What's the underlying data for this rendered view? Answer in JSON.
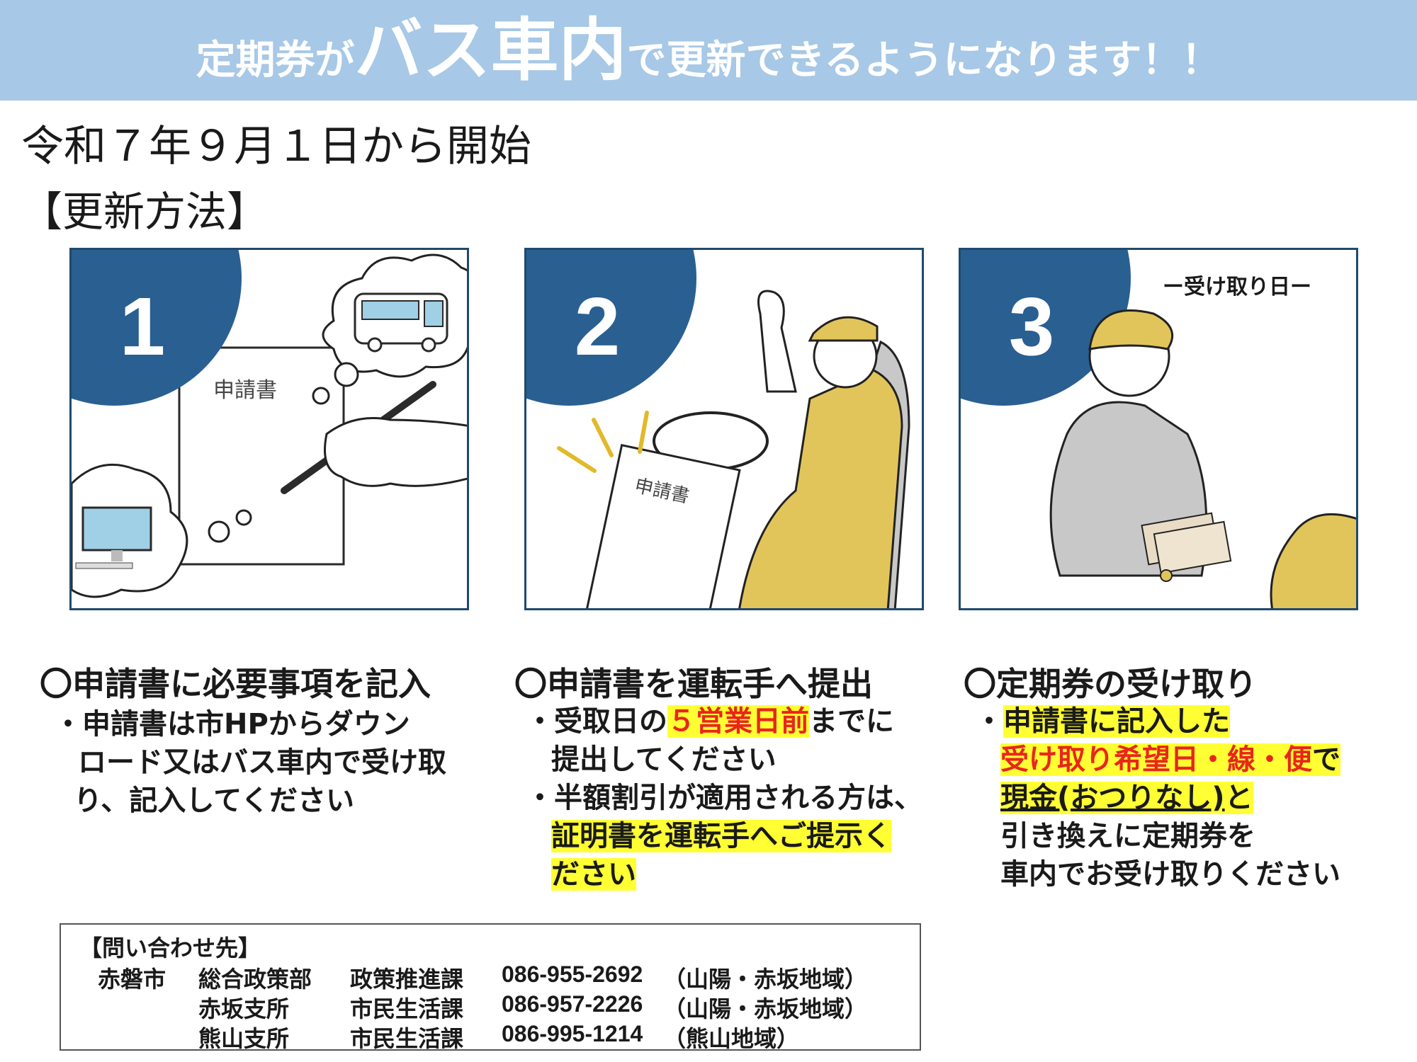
{
  "banner": {
    "title_part1": "定期券が",
    "title_emphasis": "バス車内",
    "title_part2": "で更新できるようになります！！"
  },
  "start_date": "令和７年９月１日から開始",
  "method_heading": "【更新方法】",
  "panels": [
    {
      "number": "1",
      "form_label": "申請書"
    },
    {
      "number": "2",
      "form_label": "申請書"
    },
    {
      "number": "3",
      "caption": "ー受け取り日ー"
    }
  ],
  "steps": [
    {
      "title": "〇申請書に必要事項を記入",
      "lines": [
        "・申請書は市HPからダウン",
        "ロード又はバス車内で受け取",
        "り、記入してください"
      ]
    },
    {
      "title": "〇申請書を運転手へ提出",
      "line1_prefix": "・受取日の",
      "line1_red": "５営業日前",
      "line1_suffix": "までに",
      "line2": "提出してください",
      "line3": "・半額割引が適用される方は、",
      "line4": "証明書を運転手へご提示く",
      "line5": "ださい"
    },
    {
      "title": "〇定期券の受け取り",
      "line1_prefix": "・",
      "line1": "申請書に記入した",
      "line2": "受け取り希望日・線・便",
      "line2_suffix": "で",
      "line3_underline": "現金(おつりなし)",
      "line3_suffix": "と",
      "line4": "引き換えに定期券を",
      "line5": "車内でお受け取りください"
    }
  ],
  "contact": {
    "heading": "【問い合わせ先】",
    "rows": [
      {
        "city": "赤磐市",
        "office": "総合政策部",
        "dept": "政策推進課",
        "phone": "086-955-2692",
        "area": "（山陽・赤坂地域）"
      },
      {
        "city": "",
        "office": "赤坂支所",
        "dept": "市民生活課",
        "phone": "086-957-2226",
        "area": "（山陽・赤坂地域）"
      },
      {
        "city": "",
        "office": "熊山支所",
        "dept": "市民生活課",
        "phone": "086-995-1214",
        "area": "（熊山地域）"
      }
    ]
  },
  "colors": {
    "banner": "#a7c8e6",
    "panel_border": "#1f4a6e",
    "number_badge": "#2a5f92",
    "highlight": "#ffff33",
    "red_text": "#e8261c",
    "mustard": "#e2c55a"
  },
  "icons": [
    "bus-icon",
    "computer-icon",
    "pen-hand-icon",
    "driver-icon",
    "steering-wheel-icon",
    "banknotes-icon"
  ]
}
